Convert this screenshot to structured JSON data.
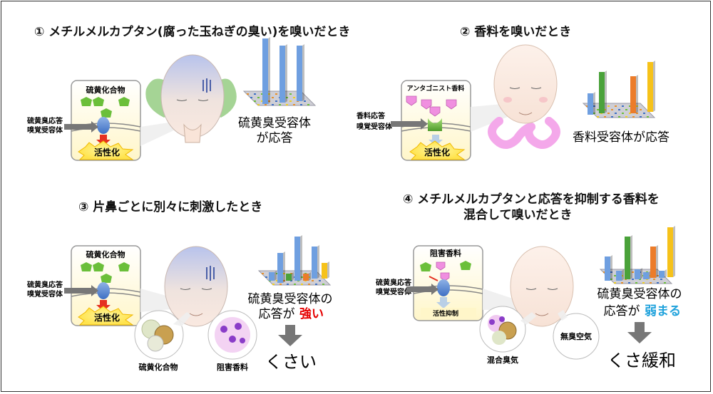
{
  "panels": [
    {
      "title": "① メチルメルカプタン(腐った玉ねぎの臭い)を嗅いだとき",
      "inset_label": "硫黄化合物",
      "receptor_label_1": "硫黄臭応答",
      "receptor_label_2": "嗅覚受容体",
      "activation_label": "活性化",
      "response_line_1": "硫黄臭受容体",
      "response_line_2": "が応答"
    },
    {
      "title": "② 香料を嗅いだとき",
      "inset_label": "アンタゴニスト香料",
      "receptor_label_1": "香料応答",
      "receptor_label_2": "嗅覚受容体",
      "activation_label": "活性化",
      "response_line_1": "香料受容体が応答"
    },
    {
      "title": "③ 片鼻ごとに別々に刺激したとき",
      "inset_label": "硫黄化合物",
      "receptor_label_1": "硫黄臭応答",
      "receptor_label_2": "嗅覚受容体",
      "activation_label": "活性化",
      "response_line_1": "硫黄臭受容体の",
      "response_line_2_pre": "応答が",
      "response_line_2_emph": "強い",
      "result": "くさい",
      "bubble_left": "硫黄化合物",
      "bubble_right": "阻害香料"
    },
    {
      "title_line_1": "④ メチルメルカプタンと応答を抑制する香料を",
      "title_line_2": "混合して嗅いだとき",
      "inset_label": "阻害香料",
      "receptor_label_1": "硫黄臭応答",
      "receptor_label_2": "嗅覚受容体",
      "activation_label": "活性抑制",
      "response_line_1": "硫黄臭受容体の",
      "response_line_2_pre": "応答が",
      "response_line_2_emph": "弱まる",
      "result": "くさ緩和",
      "bubble_left": "混合臭気",
      "bubble_right": "無臭空気"
    }
  ],
  "colors": {
    "emph_strong": "#e60000",
    "emph_weak": "#1fa2dc",
    "sulfur_green": "#6bbf3a",
    "fragrance_pink": "#f08fe0",
    "activation_yellow": "#ffe34d",
    "arrow_red": "#e53020"
  }
}
